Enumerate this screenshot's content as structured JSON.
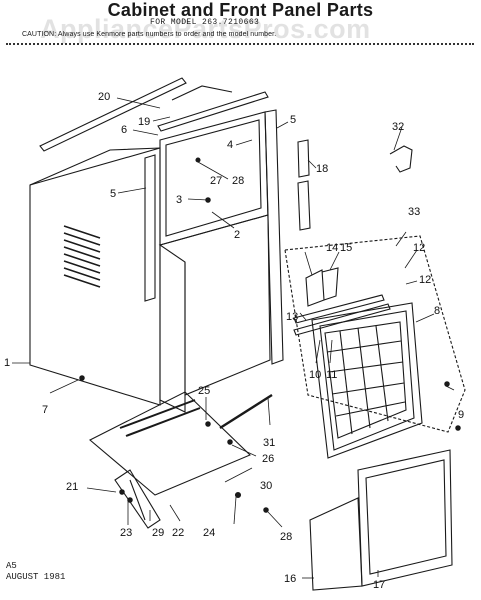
{
  "header": {
    "title": "Cabinet and Front Panel Parts",
    "model_line": "FOR MODEL 263.7210663",
    "caution": "CAUTION: Always use Kenmore parts numbers to order and the model number.",
    "watermark": "AppliancePartsPros.com"
  },
  "callouts": [
    "20",
    "19",
    "6",
    "4",
    "5",
    "27",
    "28",
    "3",
    "2",
    "5",
    "18",
    "32",
    "33",
    "14",
    "15",
    "12",
    "12",
    "13",
    "8",
    "10",
    "11",
    "1",
    "7",
    "25",
    "9",
    "31",
    "26",
    "21",
    "30",
    "23",
    "29",
    "22",
    "24",
    "28",
    "16",
    "17"
  ],
  "footer": {
    "code": "A5",
    "date": "AUGUST 1981"
  },
  "colors": {
    "ink": "#1a1a1a",
    "paper": "#ffffff",
    "watermark": "#969696"
  }
}
